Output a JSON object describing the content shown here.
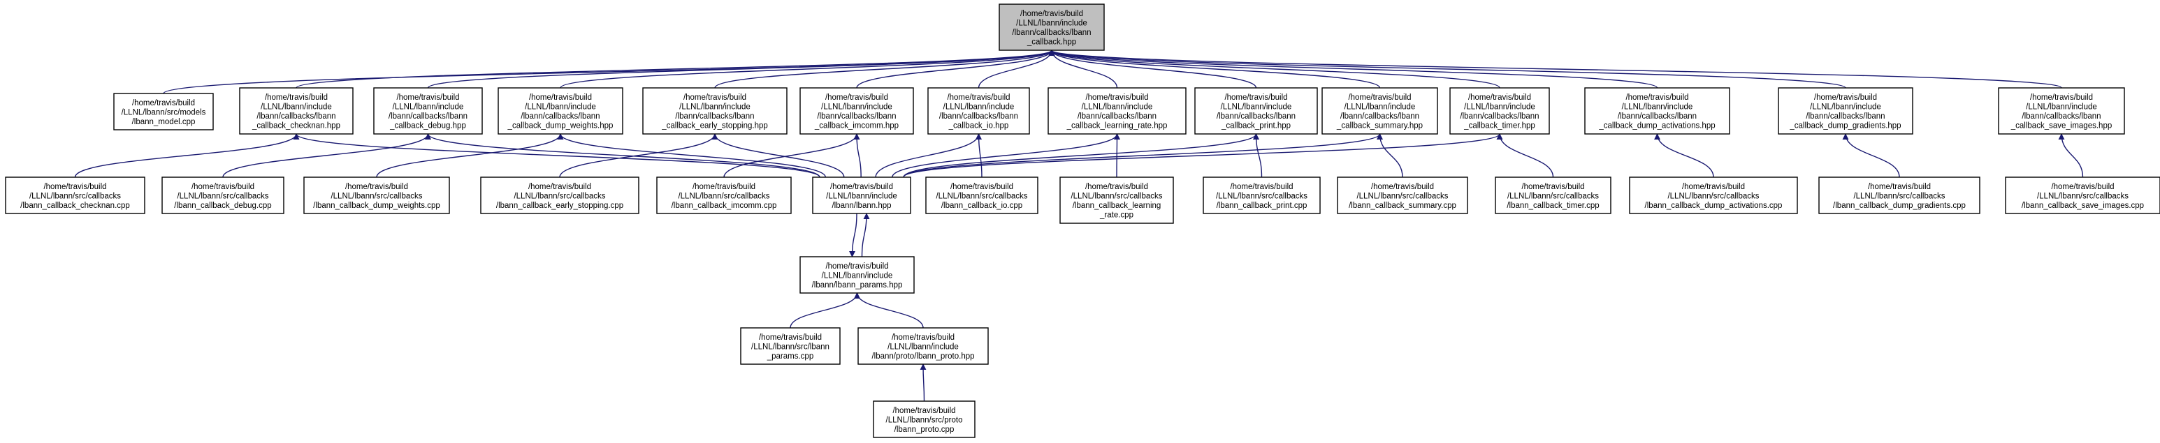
{
  "colors": {
    "edge": "#191970",
    "root_fill": "#bfbfbf",
    "node_fill": "#ffffff",
    "node_border": "#000000"
  },
  "nodes": [
    {
      "id": "root",
      "lines": [
        "/home/travis/build",
        "/LLNL/lbann/include",
        "/lbann/callbacks/lbann",
        "_callback.hpp"
      ]
    },
    {
      "id": "model_cpp",
      "lines": [
        "/home/travis/build",
        "/LLNL/lbann/src/models",
        "/lbann_model.cpp"
      ]
    },
    {
      "id": "checknan_hpp",
      "lines": [
        "/home/travis/build",
        "/LLNL/lbann/include",
        "/lbann/callbacks/lbann",
        "_callback_checknan.hpp"
      ]
    },
    {
      "id": "debug_hpp",
      "lines": [
        "/home/travis/build",
        "/LLNL/lbann/include",
        "/lbann/callbacks/lbann",
        "_callback_debug.hpp"
      ]
    },
    {
      "id": "dump_weights_hpp",
      "lines": [
        "/home/travis/build",
        "/LLNL/lbann/include",
        "/lbann/callbacks/lbann",
        "_callback_dump_weights.hpp"
      ]
    },
    {
      "id": "early_stopping_hpp",
      "lines": [
        "/home/travis/build",
        "/LLNL/lbann/include",
        "/lbann/callbacks/lbann",
        "_callback_early_stopping.hpp"
      ]
    },
    {
      "id": "imcomm_hpp",
      "lines": [
        "/home/travis/build",
        "/LLNL/lbann/include",
        "/lbann/callbacks/lbann",
        "_callback_imcomm.hpp"
      ]
    },
    {
      "id": "io_hpp",
      "lines": [
        "/home/travis/build",
        "/LLNL/lbann/include",
        "/lbann/callbacks/lbann",
        "_callback_io.hpp"
      ]
    },
    {
      "id": "learning_rate_hpp",
      "lines": [
        "/home/travis/build",
        "/LLNL/lbann/include",
        "/lbann/callbacks/lbann",
        "_callback_learning_rate.hpp"
      ]
    },
    {
      "id": "print_hpp",
      "lines": [
        "/home/travis/build",
        "/LLNL/lbann/include",
        "/lbann/callbacks/lbann",
        "_callback_print.hpp"
      ]
    },
    {
      "id": "summary_hpp",
      "lines": [
        "/home/travis/build",
        "/LLNL/lbann/include",
        "/lbann/callbacks/lbann",
        "_callback_summary.hpp"
      ]
    },
    {
      "id": "timer_hpp",
      "lines": [
        "/home/travis/build",
        "/LLNL/lbann/include",
        "/lbann/callbacks/lbann",
        "_callback_timer.hpp"
      ]
    },
    {
      "id": "dump_activations_hpp",
      "lines": [
        "/home/travis/build",
        "/LLNL/lbann/include",
        "/lbann/callbacks/lbann",
        "_callback_dump_activations.hpp"
      ]
    },
    {
      "id": "dump_gradients_hpp",
      "lines": [
        "/home/travis/build",
        "/LLNL/lbann/include",
        "/lbann/callbacks/lbann",
        "_callback_dump_gradients.hpp"
      ]
    },
    {
      "id": "save_images_hpp",
      "lines": [
        "/home/travis/build",
        "/LLNL/lbann/include",
        "/lbann/callbacks/lbann",
        "_callback_save_images.hpp"
      ]
    },
    {
      "id": "checknan_cpp",
      "lines": [
        "/home/travis/build",
        "/LLNL/lbann/src/callbacks",
        "/lbann_callback_checknan.cpp"
      ]
    },
    {
      "id": "debug_cpp",
      "lines": [
        "/home/travis/build",
        "/LLNL/lbann/src/callbacks",
        "/lbann_callback_debug.cpp"
      ]
    },
    {
      "id": "dump_weights_cpp",
      "lines": [
        "/home/travis/build",
        "/LLNL/lbann/src/callbacks",
        "/lbann_callback_dump_weights.cpp"
      ]
    },
    {
      "id": "early_stopping_cpp",
      "lines": [
        "/home/travis/build",
        "/LLNL/lbann/src/callbacks",
        "/lbann_callback_early_stopping.cpp"
      ]
    },
    {
      "id": "imcomm_cpp",
      "lines": [
        "/home/travis/build",
        "/LLNL/lbann/src/callbacks",
        "/lbann_callback_imcomm.cpp"
      ]
    },
    {
      "id": "lbann_hpp",
      "lines": [
        "/home/travis/build",
        "/LLNL/lbann/include",
        "/lbann/lbann.hpp"
      ]
    },
    {
      "id": "io_cpp",
      "lines": [
        "/home/travis/build",
        "/LLNL/lbann/src/callbacks",
        "/lbann_callback_io.cpp"
      ]
    },
    {
      "id": "learning_rate_cpp",
      "lines": [
        "/home/travis/build",
        "/LLNL/lbann/src/callbacks",
        "/lbann_callback_learning",
        "_rate.cpp"
      ]
    },
    {
      "id": "print_cpp",
      "lines": [
        "/home/travis/build",
        "/LLNL/lbann/src/callbacks",
        "/lbann_callback_print.cpp"
      ]
    },
    {
      "id": "summary_cpp",
      "lines": [
        "/home/travis/build",
        "/LLNL/lbann/src/callbacks",
        "/lbann_callback_summary.cpp"
      ]
    },
    {
      "id": "timer_cpp",
      "lines": [
        "/home/travis/build",
        "/LLNL/lbann/src/callbacks",
        "/lbann_callback_timer.cpp"
      ]
    },
    {
      "id": "dump_activations_cpp",
      "lines": [
        "/home/travis/build",
        "/LLNL/lbann/src/callbacks",
        "/lbann_callback_dump_activations.cpp"
      ]
    },
    {
      "id": "dump_gradients_cpp",
      "lines": [
        "/home/travis/build",
        "/LLNL/lbann/src/callbacks",
        "/lbann_callback_dump_gradients.cpp"
      ]
    },
    {
      "id": "save_images_cpp",
      "lines": [
        "/home/travis/build",
        "/LLNL/lbann/src/callbacks",
        "/lbann_callback_save_images.cpp"
      ]
    },
    {
      "id": "params_hpp",
      "lines": [
        "/home/travis/build",
        "/LLNL/lbann/include",
        "/lbann/lbann_params.hpp"
      ]
    },
    {
      "id": "params_cpp",
      "lines": [
        "/home/travis/build",
        "/LLNL/lbann/src/lbann",
        "_params.cpp"
      ]
    },
    {
      "id": "proto_hpp",
      "lines": [
        "/home/travis/build",
        "/LLNL/lbann/include",
        "/lbann/proto/lbann_proto.hpp"
      ]
    },
    {
      "id": "proto_cpp",
      "lines": [
        "/home/travis/build",
        "/LLNL/lbann/src/proto",
        "/lbann_proto.cpp"
      ]
    }
  ],
  "edges": [
    {
      "from": "model_cpp",
      "to": "root"
    },
    {
      "from": "checknan_hpp",
      "to": "root"
    },
    {
      "from": "debug_hpp",
      "to": "root"
    },
    {
      "from": "dump_weights_hpp",
      "to": "root"
    },
    {
      "from": "early_stopping_hpp",
      "to": "root"
    },
    {
      "from": "imcomm_hpp",
      "to": "root"
    },
    {
      "from": "io_hpp",
      "to": "root"
    },
    {
      "from": "learning_rate_hpp",
      "to": "root"
    },
    {
      "from": "print_hpp",
      "to": "root"
    },
    {
      "from": "summary_hpp",
      "to": "root"
    },
    {
      "from": "timer_hpp",
      "to": "root"
    },
    {
      "from": "dump_activations_hpp",
      "to": "root"
    },
    {
      "from": "dump_gradients_hpp",
      "to": "root"
    },
    {
      "from": "save_images_hpp",
      "to": "root"
    },
    {
      "from": "checknan_cpp",
      "to": "checknan_hpp"
    },
    {
      "from": "debug_cpp",
      "to": "debug_hpp"
    },
    {
      "from": "dump_weights_cpp",
      "to": "dump_weights_hpp"
    },
    {
      "from": "early_stopping_cpp",
      "to": "early_stopping_hpp"
    },
    {
      "from": "imcomm_cpp",
      "to": "imcomm_hpp"
    },
    {
      "from": "io_cpp",
      "to": "io_hpp"
    },
    {
      "from": "learning_rate_cpp",
      "to": "learning_rate_hpp"
    },
    {
      "from": "print_cpp",
      "to": "print_hpp"
    },
    {
      "from": "summary_cpp",
      "to": "summary_hpp"
    },
    {
      "from": "timer_cpp",
      "to": "timer_hpp"
    },
    {
      "from": "dump_activations_cpp",
      "to": "dump_activations_hpp"
    },
    {
      "from": "dump_gradients_cpp",
      "to": "dump_gradients_hpp"
    },
    {
      "from": "save_images_cpp",
      "to": "save_images_hpp"
    },
    {
      "from": "lbann_hpp",
      "to": "checknan_hpp"
    },
    {
      "from": "lbann_hpp",
      "to": "debug_hpp"
    },
    {
      "from": "lbann_hpp",
      "to": "dump_weights_hpp"
    },
    {
      "from": "lbann_hpp",
      "to": "early_stopping_hpp"
    },
    {
      "from": "lbann_hpp",
      "to": "imcomm_hpp"
    },
    {
      "from": "lbann_hpp",
      "to": "io_hpp"
    },
    {
      "from": "lbann_hpp",
      "to": "learning_rate_hpp"
    },
    {
      "from": "lbann_hpp",
      "to": "print_hpp"
    },
    {
      "from": "lbann_hpp",
      "to": "summary_hpp"
    },
    {
      "from": "lbann_hpp",
      "to": "timer_hpp"
    },
    {
      "from": "lbann_hpp",
      "to": "params_hpp"
    },
    {
      "from": "params_hpp",
      "to": "lbann_hpp"
    },
    {
      "from": "params_cpp",
      "to": "params_hpp"
    },
    {
      "from": "proto_hpp",
      "to": "params_hpp"
    },
    {
      "from": "proto_cpp",
      "to": "proto_hpp"
    }
  ]
}
